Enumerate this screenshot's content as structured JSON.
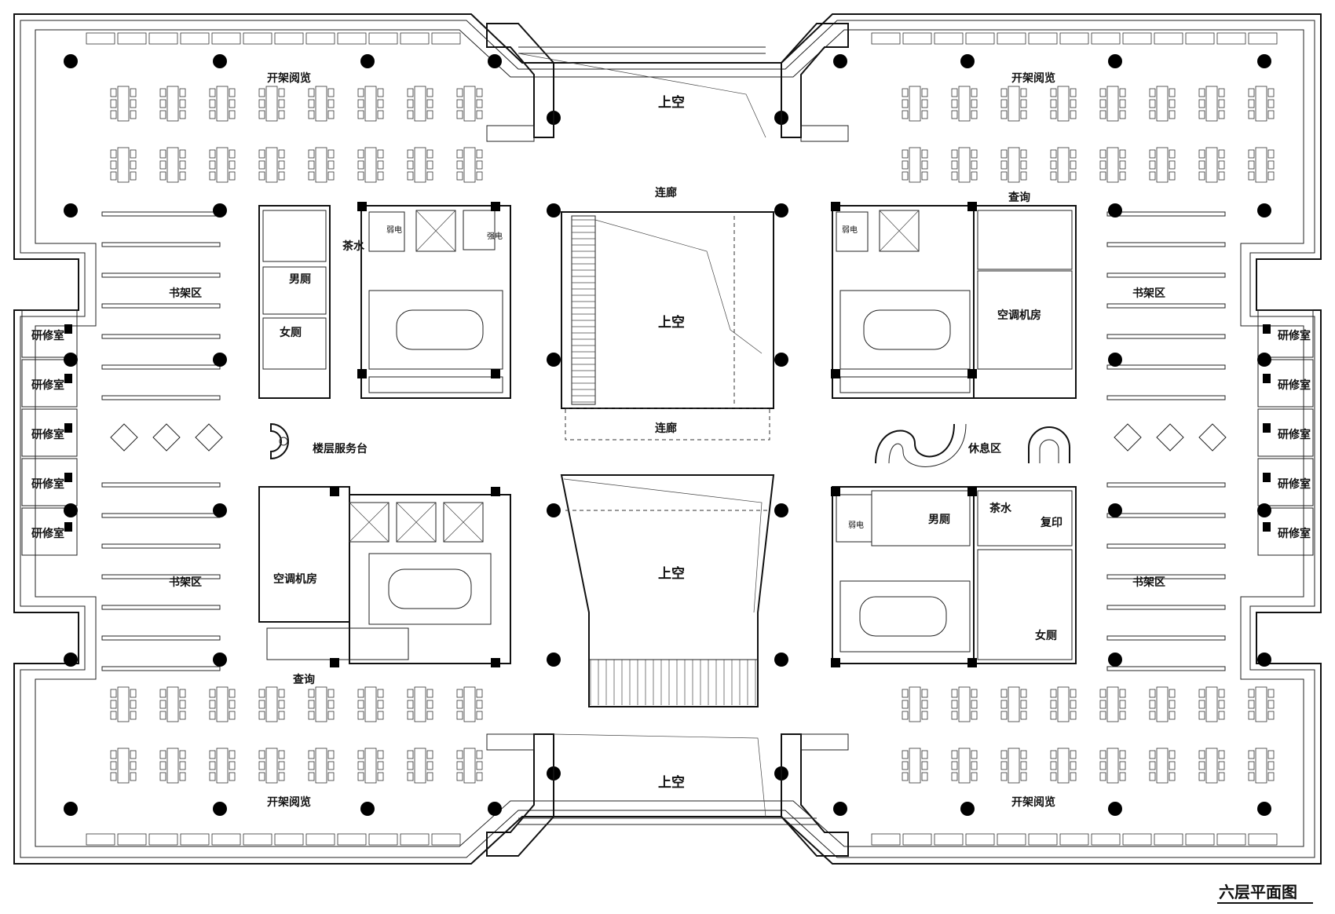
{
  "drawing": {
    "title": "六层平面图"
  },
  "labels": {
    "open_reading": "开架阅览",
    "void": "上空",
    "corridor": "连廊",
    "bookshelf_area": "书架区",
    "study_room": "研修室",
    "mens_room": "男厕",
    "womens_room": "女厕",
    "tea_room": "茶水",
    "weak_current": "弱电",
    "strong_current": "强电",
    "hvac_room": "空调机房",
    "inquiry": "查询",
    "floor_service_desk": "楼层服务台",
    "lounge": "休息区",
    "copy": "复印"
  },
  "colors": {
    "line": "#111111",
    "background": "#ffffff"
  }
}
